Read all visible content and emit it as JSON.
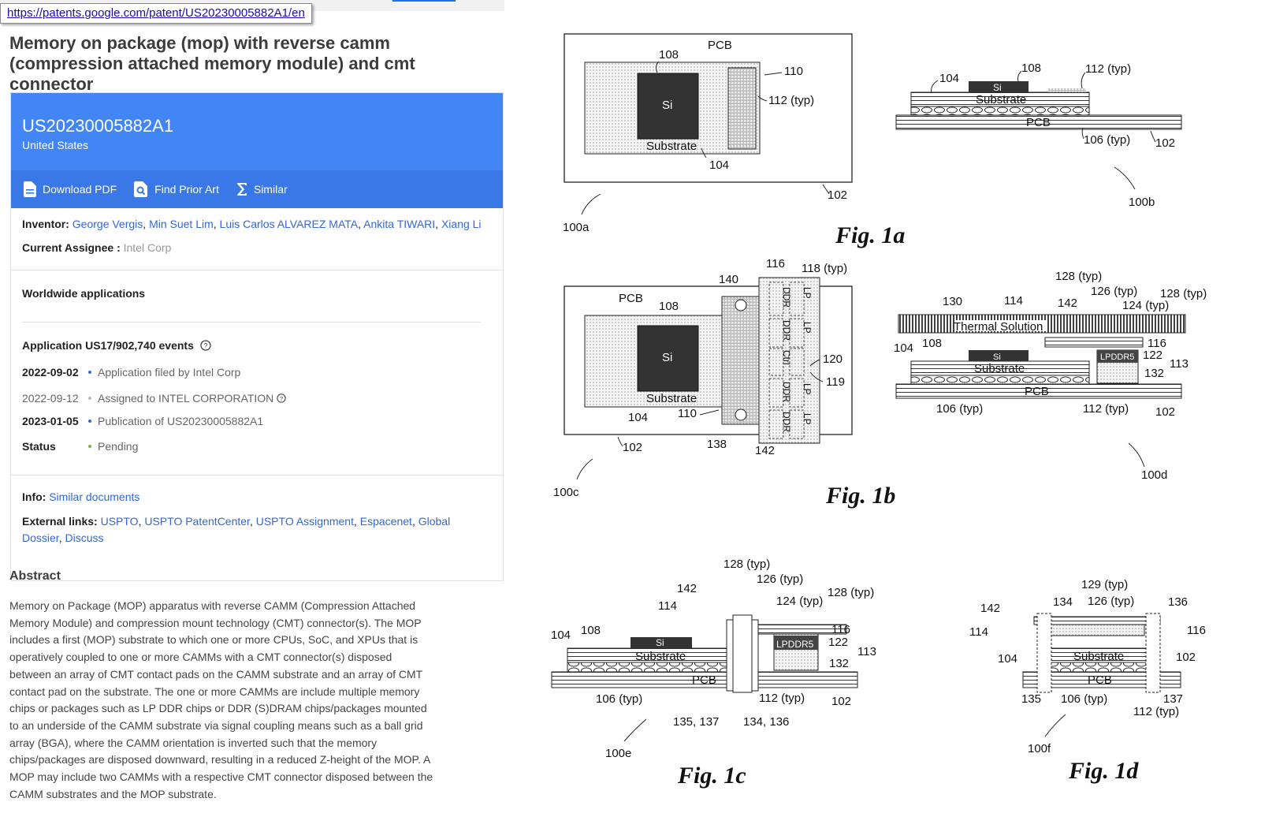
{
  "browser": {
    "url": "https://patents.google.com/patent/US20230005882A1/en"
  },
  "title": "Memory on package (mop) with reverse camm (compression attached memory module) and cmt connector",
  "banner": {
    "number": "US20230005882A1",
    "country": "United States"
  },
  "actions": {
    "download": "Download PDF",
    "prior_art": "Find Prior Art",
    "similar": "Similar"
  },
  "inventor": {
    "label": "Inventor:",
    "names": [
      "George Vergis",
      "Min Suet Lim",
      "Luis Carlos ALVAREZ MATA",
      "Ankita TIWARI",
      "Xiang Li"
    ]
  },
  "assignee": {
    "label": "Current Assignee :",
    "value": "Intel Corp"
  },
  "worldwide": "Worldwide applications",
  "events": {
    "heading": "Application US17/902,740 events",
    "items": [
      {
        "date": "2022-09-02",
        "text": "Application filed by Intel Corp"
      },
      {
        "date": "2022-09-12",
        "text": "Assigned to INTEL CORPORATION"
      },
      {
        "date": "2023-01-05",
        "text": "Publication of US20230005882A1"
      }
    ],
    "status_label": "Status",
    "status_value": "Pending"
  },
  "info": {
    "label": "Info:",
    "link": "Similar documents"
  },
  "external": {
    "label": "External links:",
    "links": [
      "USPTO",
      "USPTO PatentCenter",
      "USPTO Assignment",
      "Espacenet",
      "Global Dossier",
      "Discuss"
    ]
  },
  "abstract": {
    "heading": "Abstract",
    "text": "Memory on Package (MOP) apparatus with reverse CAMM (Compression Attached Memory Module) and compression mount technology (CMT) connector(s). The MOP includes a first (MOP) substrate to which one or more CPUs, SoC, and XPUs that is operatively coupled to one or more CAMMs with a CMT connector(s) disposed between an array of CMT contact pads on the CAMM substrate and an array of CMT contact pad on the substrate. The one or more CAMMs are include multiple memory chips or packages such as LP DDR chips or DDR (S)DRAM chips/packages mounted to an underside of the CAMM substrate via signal coupling means such as a ball grid array (BGA), where the CAMM orientation is inverted such that the memory chips/packages are disposed downward, resulting in a reduced Z-height of the MOP. A MOP may include two CAMMs with a respective CMT connector disposed between the CAMM substrates and the MOP substrate."
  },
  "figures": {
    "fig1a": "Fig. 1a",
    "fig1b": "Fig. 1b",
    "fig1c": "Fig. 1c",
    "fig1d": "Fig. 1d",
    "pcb": "PCB",
    "si": "Si",
    "substrate": "Substrate",
    "thermal": "Thermal Solution",
    "lpddr5": "LPDDR5",
    "lp": "LP",
    "ddr": "DDR",
    "ctrl": "Ctrl",
    "r100a": "100a",
    "r100b": "100b",
    "r100c": "100c",
    "r100d": "100d",
    "r100e": "100e",
    "r100f": "100f",
    "r102": "102",
    "r104": "104",
    "r106": "106 (typ)",
    "r108": "108",
    "r110": "110",
    "r112": "112 (typ)",
    "r113": "113",
    "r114": "114",
    "r116": "116",
    "r118": "118 (typ)",
    "r119": "119",
    "r120": "120",
    "r122": "122",
    "r124": "124 (typ)",
    "r126": "126 (typ)",
    "r128": "128 (typ)",
    "r129": "129 (typ)",
    "r130": "130",
    "r132": "132",
    "r134": "134",
    "r134_136": "134, 136",
    "r135": "135",
    "r135_137": "135, 137",
    "r136": "136",
    "r137": "137",
    "r138": "138",
    "r140": "140",
    "r142": "142"
  }
}
